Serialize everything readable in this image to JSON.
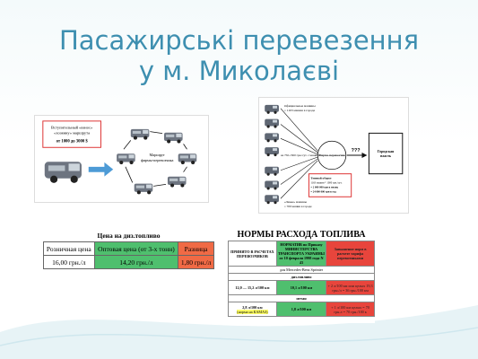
{
  "title": {
    "line1": "Пасажирські перевезення",
    "line2": "у м. Миколаєві"
  },
  "diagram_route": {
    "entry_box": {
      "line1": "Вступительный «взнос»",
      "line2": "«хозяину» маршрута",
      "line3": "от 1000 до 3000 $"
    },
    "center_label": {
      "line1": "Маршрут",
      "line2": "фирмы-перевозчика"
    }
  },
  "diagram_flow": {
    "top_label": {
      "line1": "Официальные машины",
      "line2": "= 1163 машин в городе"
    },
    "left_label": "на 750-1500 грн./сут. с машины",
    "center_label": "Фирма-перевозчик",
    "question": "???",
    "city_box": {
      "line1": "Городская",
      "line2": "власть"
    },
    "shadow_box": {
      "line1": "Теневой оборот",
      "line2": "1163 машин * 1000 грн./сут.",
      "line3": "= 2 000 000 грн в месяц",
      "line4": "= 24 000 000 грн в год"
    },
    "bottom_label": {
      "line1": "«Левые» машины",
      "line2": "= 700 машин в городе"
    }
  },
  "fuel_price": {
    "caption": "Цена на диз.топливо",
    "headers": [
      "Розничная цена",
      "Оптовая цена (от 3-х тонн)",
      "Разница"
    ],
    "values": [
      "16,00 грн./л",
      "14,20 грн./л",
      "1,80 грн./л"
    ]
  },
  "fuel_norms": {
    "caption": "НОРМЫ РАСХОДА ТОПЛИВА",
    "headers": [
      "ПРИНЯТО В РАСЧЕТАХ ПЕРЕВОЗЧИКОВ",
      "НОРМАТИВ по Приказу МИНИСТЕРСТВА ТРАНСПОРТА УКРАИНЫ от 10 февраля 1998 года N 43",
      "Завышение норм в расчете тарифа перевозчиками"
    ],
    "model": "для Mercedes-Benz Sprinter",
    "section_diesel": "диз.топливо",
    "row1": [
      "12,0 — 15,2 л/100 км",
      "10,1 л/100 км",
      "+ 2 л/100 км или целых 19,3 грн./л = 36 грн./100 км"
    ],
    "section_gas": "метан",
    "row2": [
      "2,8 л/100 км",
      "(норма на КАМАЗ)",
      "1,8 л/100 км",
      "+ 1 л/100 км целых = 70 грн.л = 70 грн./100 к"
    ]
  }
}
